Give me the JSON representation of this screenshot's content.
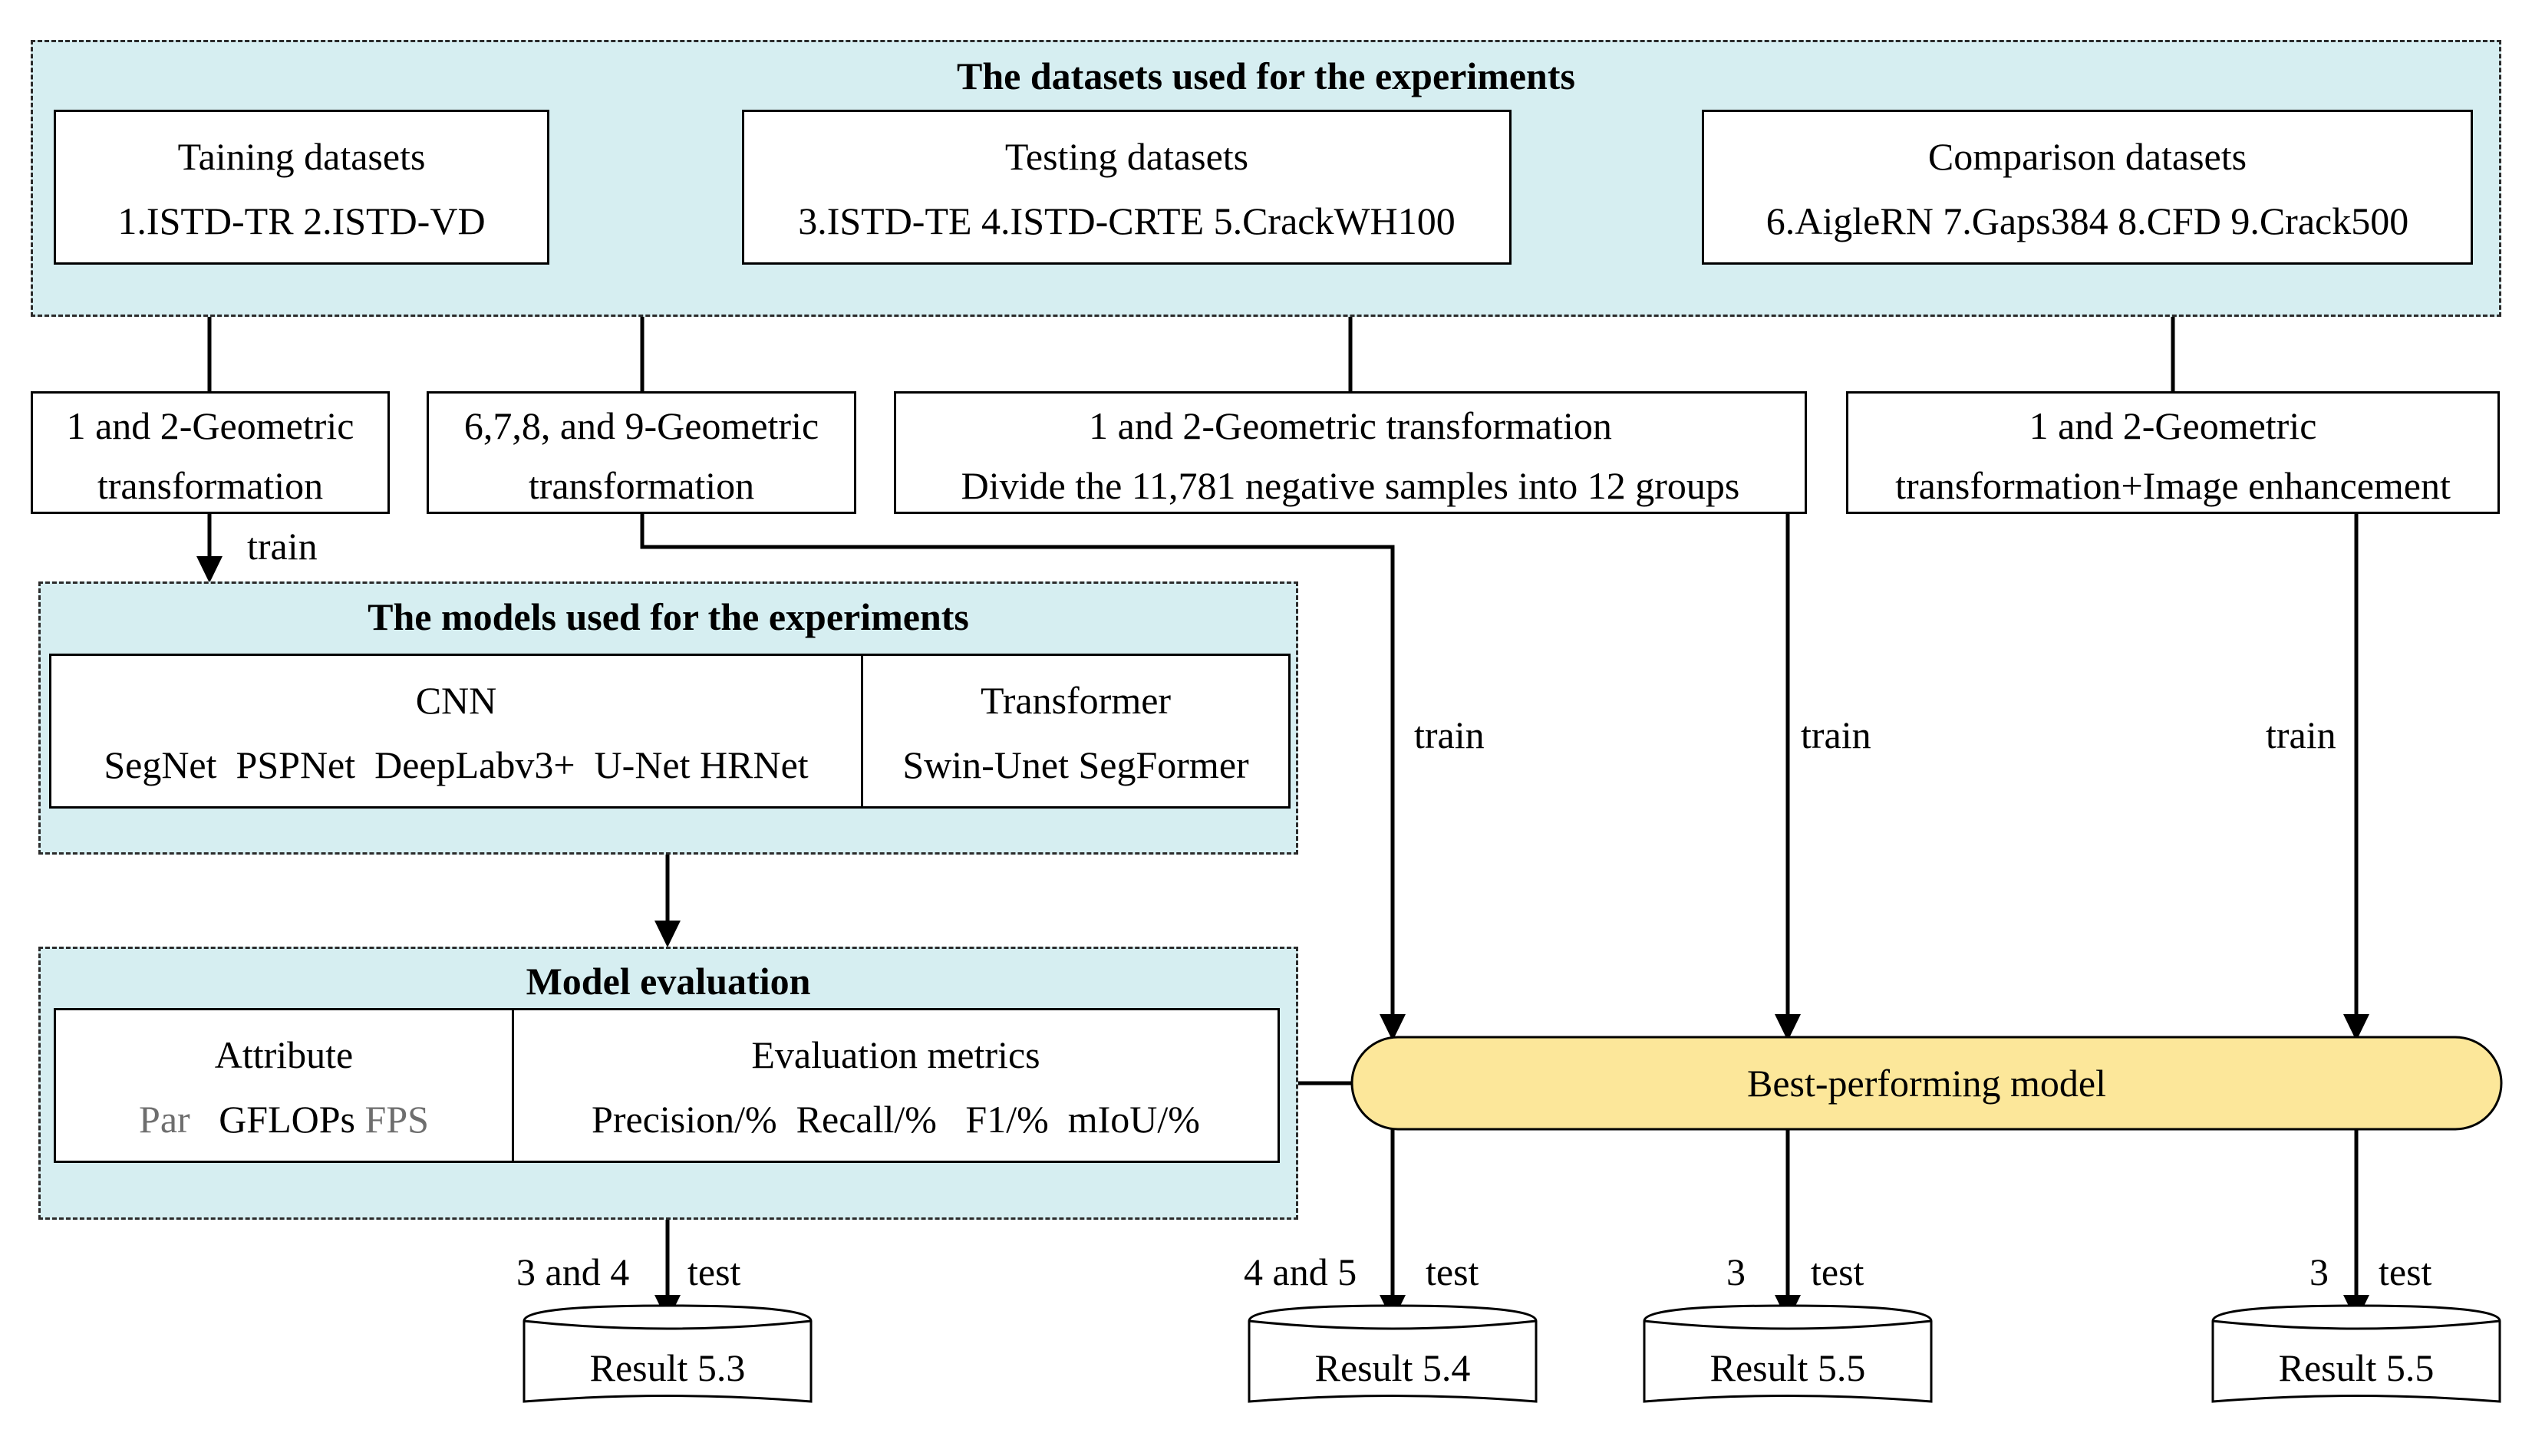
{
  "datasets": {
    "title": "The datasets used for the experiments",
    "training": {
      "heading": "Taining datasets",
      "items": "1.ISTD-TR 2.ISTD-VD"
    },
    "testing": {
      "heading": "Testing datasets",
      "items": "3.ISTD-TE 4.ISTD-CRTE 5.CrackWH100"
    },
    "comparison": {
      "heading": "Comparison datasets",
      "items": "6.AigleRN 7.Gaps384 8.CFD 9.Crack500"
    }
  },
  "preprocess": {
    "box1": {
      "line1": "1 and 2-Geometric",
      "line2": "transformation"
    },
    "box2": {
      "line1": "6,7,8, and 9-Geometric",
      "line2": "transformation"
    },
    "box3": {
      "line1": "1 and 2-Geometric transformation",
      "line2": "Divide the 11,781 negative samples into 12 groups"
    },
    "box4": {
      "line1": "1 and 2-Geometric",
      "line2": "transformation+Image enhancement"
    }
  },
  "models": {
    "title": "The models used for the experiments",
    "cnn": {
      "heading": "CNN",
      "items": "SegNet  PSPNet  DeepLabv3+  U-Net HRNet"
    },
    "transformer": {
      "heading": "Transformer",
      "items": "Swin-Unet SegFormer"
    }
  },
  "evaluation": {
    "title": "Model evaluation",
    "attribute": {
      "heading": "Attribute",
      "par": "Par",
      "gflops": "GFLOPs",
      "fps": "FPS"
    },
    "metrics": {
      "heading": "Evaluation metrics",
      "items": "Precision/%  Recall/%   F1/%  mIoU/%"
    }
  },
  "best_model": "Best-performing model",
  "labels": {
    "train1": "train",
    "train2": "train",
    "train3": "train",
    "train4": "train",
    "test1_left": "3 and 4",
    "test1_right": "test",
    "test2_left": "4 and 5",
    "test2_right": "test",
    "test3_left": "3",
    "test3_right": "test",
    "test4_left": "3",
    "test4_right": "test"
  },
  "results": {
    "r1": "Result 5.3",
    "r2": "Result 5.4",
    "r3": "Result 5.5",
    "r4": "Result 5.5"
  },
  "colors": {
    "panel": "#d6eef1",
    "best_model_fill": "#fce79a"
  }
}
